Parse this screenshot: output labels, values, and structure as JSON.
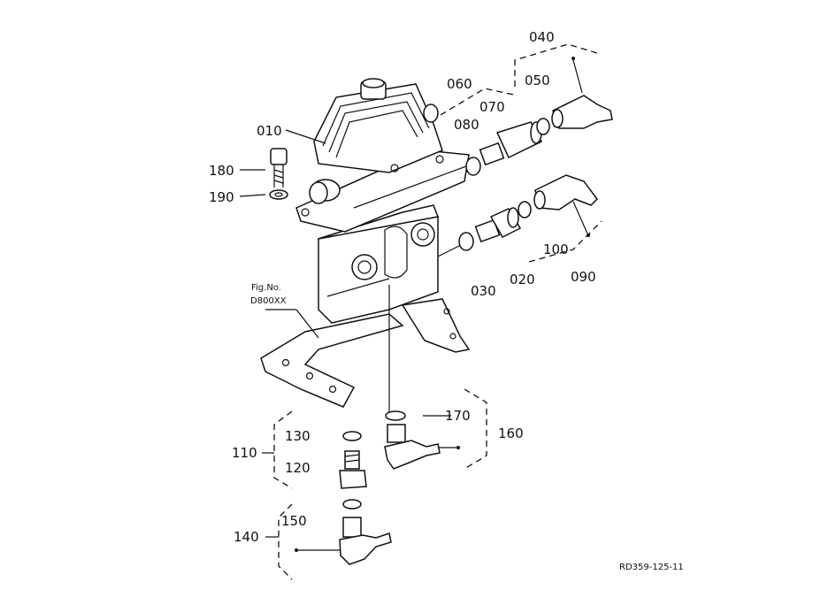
{
  "labels": {
    "p010": "010",
    "p020": "020",
    "p030": "030",
    "p040": "040",
    "p050": "050",
    "p060": "060",
    "p070": "070",
    "p080": "080",
    "p090": "090",
    "p100": "100",
    "p110": "110",
    "p120": "120",
    "p130": "130",
    "p140": "140",
    "p150": "150",
    "p160": "160",
    "p170": "170",
    "p180": "180",
    "p190": "190"
  },
  "reference": {
    "line1": "Fig.No.",
    "line2": "D800XX"
  },
  "drawing_code": "RD359-125-11"
}
